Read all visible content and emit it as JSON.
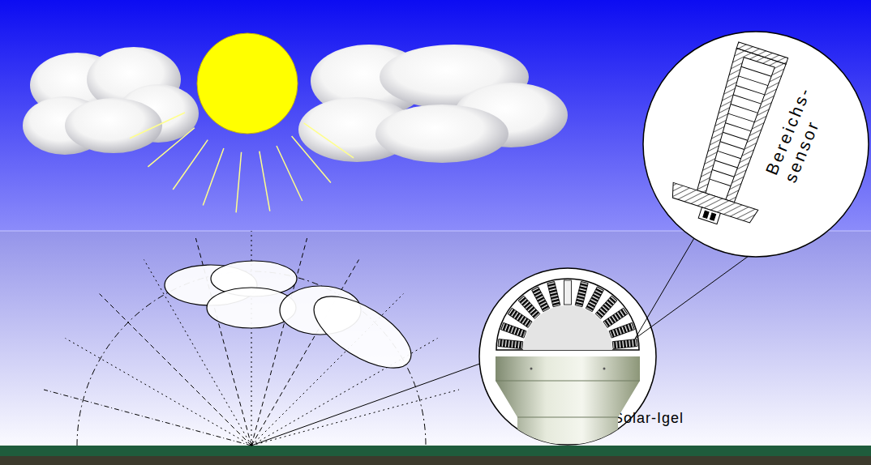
{
  "diagram": {
    "nodes": [
      {
        "text": [
          "Bereichs- sensor"
        ]
      },
      {
        "text": [
          "Solar-Igel"
        ]
      }
    ],
    "edges": [
      {
        "from": 1,
        "to": 0,
        "arrow": "none"
      },
      {
        "from": 1,
        "to": 0,
        "arrow": "none"
      }
    ]
  }
}
